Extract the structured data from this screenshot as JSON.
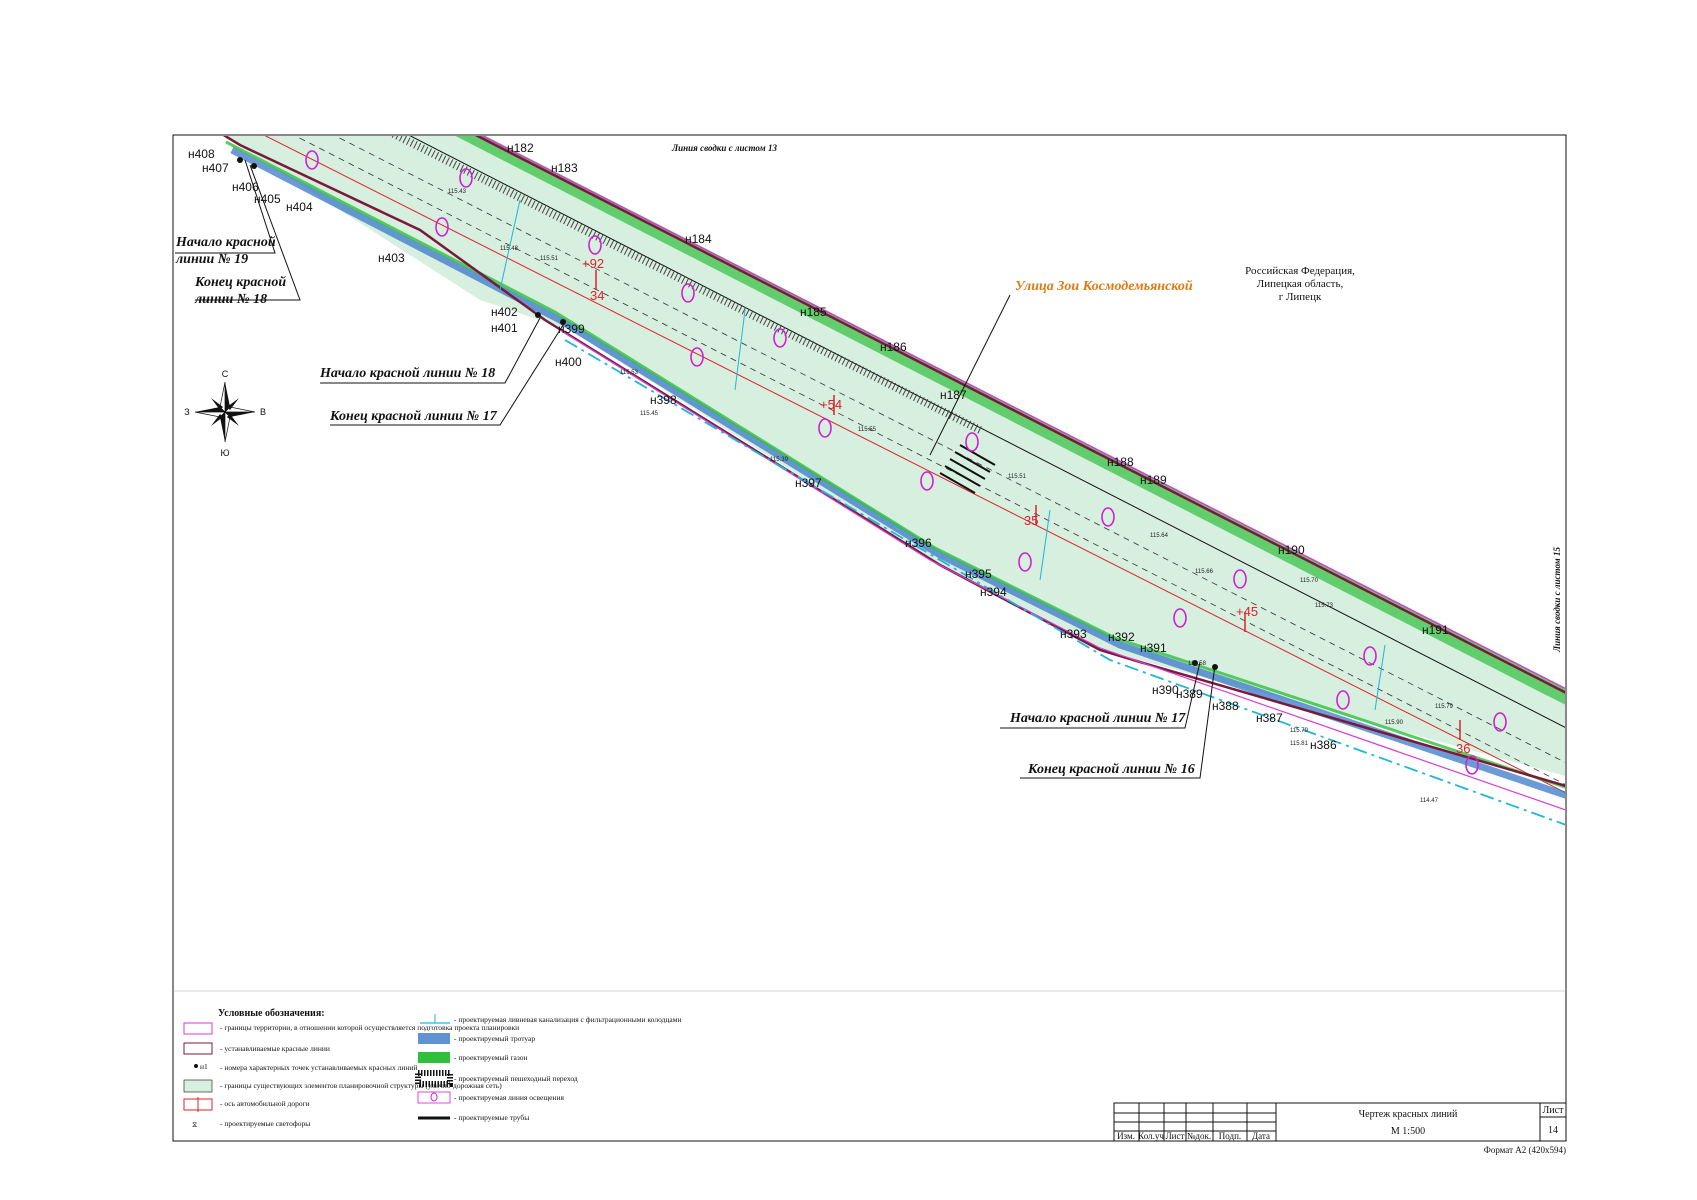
{
  "colors": {
    "road_fill": "#d6efdf",
    "red_line": "#7a1a3a",
    "axis_line": "#e0202a",
    "territory_boundary": "#d63cd6",
    "lawn": "#2fbf3a",
    "sidewalk": "#3a78c8",
    "lighting": "#d21fd2",
    "drainage": "#1fb7d6",
    "street_label": "#e07b12"
  },
  "sheet": {
    "svodka_top": "Линия сводки с листом 13",
    "svodka_right": "Линия сводки с листом 15",
    "region": [
      "Российская Федерация,",
      "Липецкая область,",
      "г Липецк"
    ],
    "street_name": "Улица Зои Космодемьянской",
    "compass": {
      "n": "С",
      "s": "Ю",
      "w": "З",
      "e": "В"
    }
  },
  "captions": [
    {
      "line1": "Начало красной",
      "line2": "линии № 19"
    },
    {
      "line1": "Конец красной",
      "line2": "линии № 18"
    },
    {
      "line1": "Начало красной линии № 18",
      "line2": ""
    },
    {
      "line1": "Конец красной линии № 17",
      "line2": ""
    },
    {
      "line1": "Начало красной линии № 17",
      "line2": ""
    },
    {
      "line1": "Конец красной линии № 16",
      "line2": ""
    }
  ],
  "points": [
    "н408",
    "н407",
    "н406",
    "н405",
    "н404",
    "н403",
    "н402",
    "н401",
    "н399",
    "н400",
    "н398",
    "н397",
    "н396",
    "н395",
    "н394",
    "н393",
    "н392",
    "н391",
    "н390",
    "н389",
    "н388",
    "н387",
    "н386",
    "н182",
    "н183",
    "н184",
    "н185",
    "н186",
    "н187",
    "н188",
    "н189",
    "н190",
    "н191"
  ],
  "pickets": [
    "+92",
    "34",
    "+54",
    "35",
    "+45",
    "36"
  ],
  "elevations": [
    "115.43",
    "115.51",
    "115.48",
    "115.53",
    "115.45",
    "115.39",
    "115.55",
    "115.66",
    "115.58",
    "115.73",
    "115.70",
    "115.79",
    "115.81",
    "115.90",
    "114.47",
    "115.64",
    "115.51",
    "115.79"
  ],
  "legend": {
    "title": "Условные обозначения:",
    "left": [
      "- границы территории, в отношении которой осуществляется подготовка проекта планировки",
      "- устанавливаемые красные линии",
      "- номера характерных точек устанавливаемых красных линий",
      "- границы существующих элементов планировочной структуры (улично-дорожная сеть)",
      "- ось автомобильной дороги",
      "- проектируемые светофоры"
    ],
    "point_sample": "н1",
    "right": [
      "- проектируемая ливневая канализация с фильтрационными колодцами",
      "- проектируемый тротуар",
      "- проектируемый газон",
      "- проектируемый пешеходный переход",
      "- проектируемая линия освещения",
      "- проектируемые трубы"
    ]
  },
  "title_block": {
    "columns": [
      "Изм.",
      "Кол.уч",
      "Лист",
      "№док.",
      "Подп.",
      "Дата"
    ],
    "title": "Чертеж красных линий",
    "scale": "М 1:500",
    "sheet_label": "Лист",
    "sheet_no": "14",
    "format": "Формат А2 (420х594)"
  }
}
